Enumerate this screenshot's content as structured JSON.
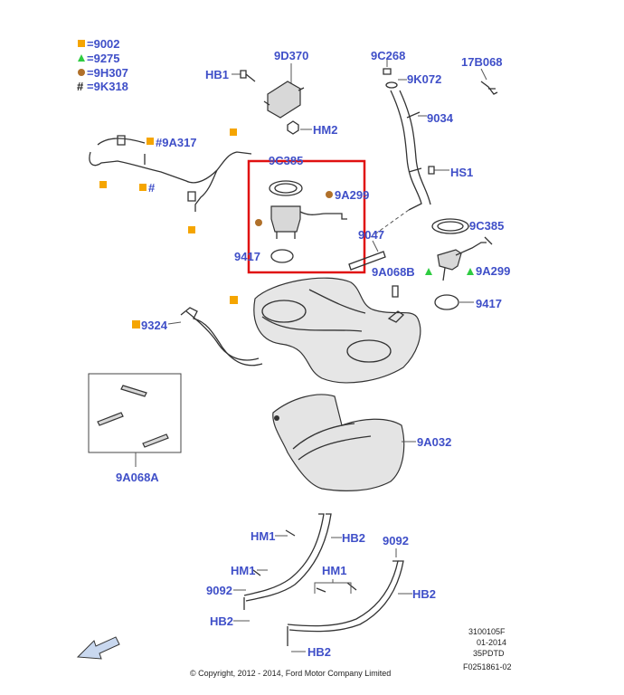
{
  "legend": [
    {
      "marker": "square",
      "code": "=9002"
    },
    {
      "marker": "triangle",
      "code": "=9275"
    },
    {
      "marker": "circle",
      "code": "=9H307"
    },
    {
      "marker": "hash",
      "code": "=9K318"
    }
  ],
  "colors": {
    "label": "#3f4fc8",
    "square": "#f5a500",
    "triangle": "#2ecc40",
    "circle": "#b0702a",
    "highlight": "#e01010"
  },
  "callouts": {
    "c9D370": "9D370",
    "cHB1a": "HB1",
    "cHM2": "HM2",
    "c9C268": "9C268",
    "c9K072": "9K072",
    "c17B068": "17B068",
    "c9034": "9034",
    "c9A317": "#9A317",
    "c9C385a": "9C385",
    "c9A299a": "9A299",
    "cHS1": "HS1",
    "c9047": "9047",
    "c9C385b": "9C385",
    "c9417a": "9417",
    "c9A068B": "9A068B",
    "c9A299b": "9A299",
    "c9417b": "9417",
    "c9324": "9324",
    "c9A032": "9A032",
    "c9A068A": "9A068A",
    "cHM1a": "HM1",
    "cHB2a": "HB2",
    "c9092a": "9092",
    "cHM1b": "HM1",
    "cHM1c": "HM1",
    "c9092b": "9092",
    "cHB2b": "HB2",
    "cHB2c": "HB2",
    "cHB2d": "HB2",
    "hash": "#"
  },
  "footer": {
    "copyright": "© Copyright, 2012 - 2014, Ford Motor Company Limited",
    "ref1": "3100105F",
    "ref2": "01-2014",
    "ref3": "35PDTD",
    "ref4": "F0251861-02"
  }
}
